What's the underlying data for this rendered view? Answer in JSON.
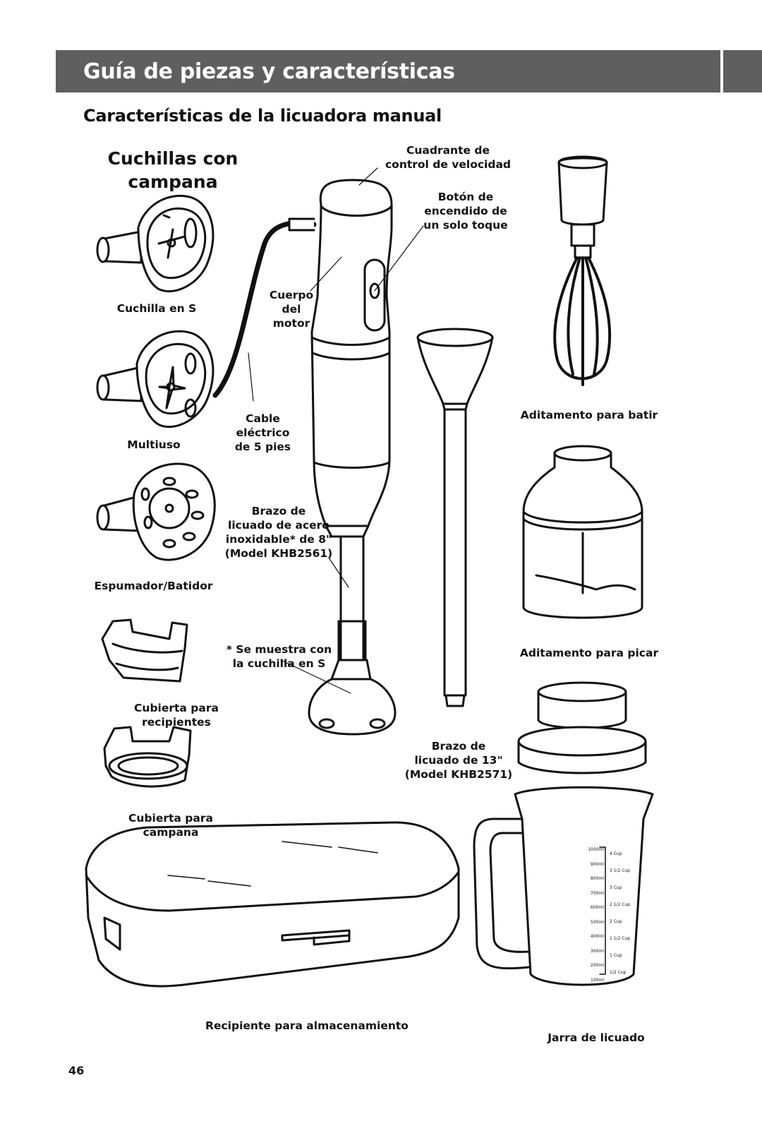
{
  "header": {
    "title": "Guía de piezas y características"
  },
  "section": {
    "title": "Características de la licuadora manual"
  },
  "group": {
    "line1": "Cuchillas con",
    "line2": "campana"
  },
  "labels": {
    "speed_dial": [
      "Cuadrante de",
      "control de velocidad"
    ],
    "one_touch": [
      "Botón de",
      "encendido de",
      "un solo toque"
    ],
    "motor_body": [
      "Cuerpo",
      "del",
      "motor"
    ],
    "cable": [
      "Cable",
      "eléctrico",
      "de 5 pies"
    ],
    "arm8": [
      "Brazo de",
      "licuado de acero",
      "inoxidable* de 8\"",
      "(Model KHB2561)"
    ],
    "note": [
      "* Se muestra con",
      "la cuchilla en S"
    ],
    "arm13": [
      "Brazo de",
      "licuado de 13\"",
      "(Model KHB2571)"
    ],
    "s_blade": "Cuchilla en S",
    "multipurpose": "Multiuso",
    "frother": "Espumador/Batidor",
    "pot_guard": [
      "Cubierta para",
      "recipientes"
    ],
    "bell_guard": [
      "Cubierta para",
      "campana"
    ],
    "whisk": "Aditamento para batir",
    "chopper": "Aditamento para picar",
    "storage_case": "Recipiente para almacenamiento",
    "pitcher": "Jarra de licuado"
  },
  "pitcher_marks": {
    "ml": [
      "1000ml",
      "900ml",
      "800ml",
      "700ml",
      "600ml",
      "500ml",
      "400ml",
      "300ml",
      "200ml",
      "100ml"
    ],
    "cup": [
      "4 Cup",
      "3 1/2 Cup",
      "3 Cup",
      "2 1/2 Cup",
      "2 Cup",
      "1 1/2 Cup",
      "1 Cup",
      "1/2 Cup"
    ]
  },
  "page_number": "46"
}
